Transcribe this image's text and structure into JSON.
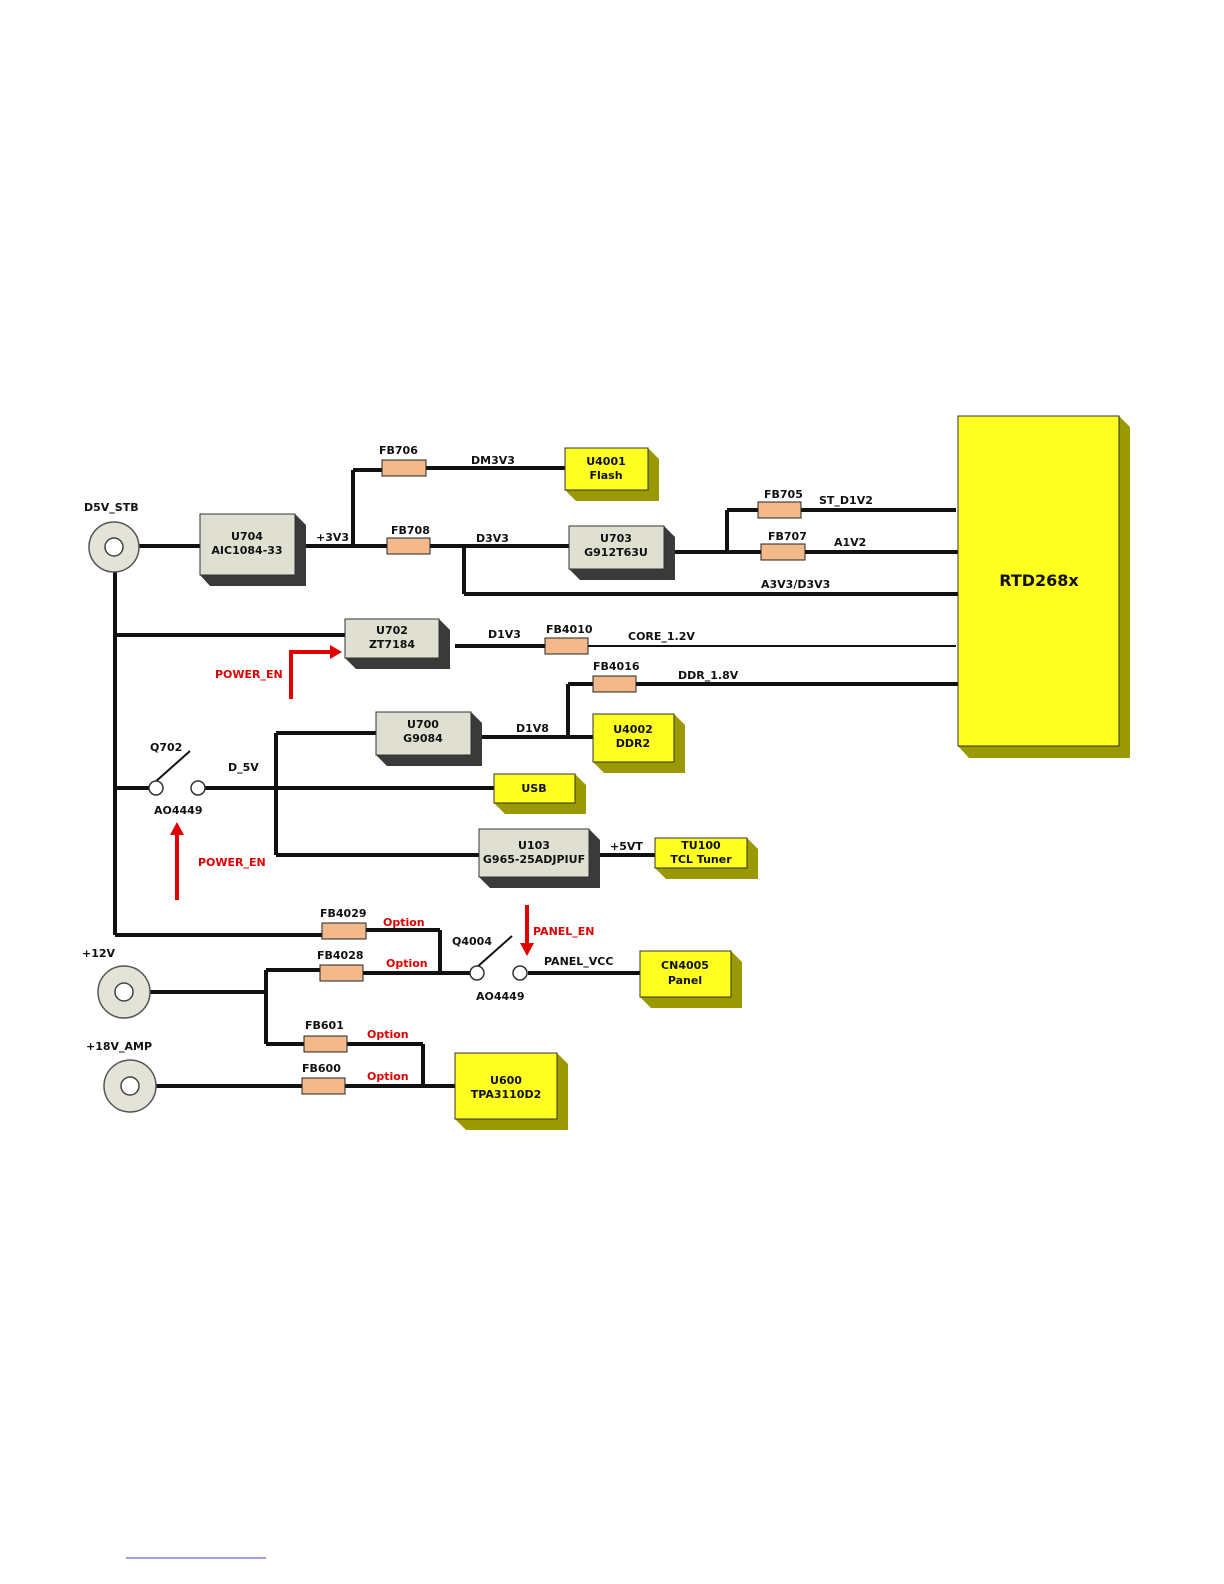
{
  "terminals": {
    "d5v_stb": "D5V_STB",
    "v12": "+12V",
    "v18_amp": "+18V_AMP"
  },
  "chips": {
    "u704": {
      "ref": "U704",
      "part": "AIC1084-33"
    },
    "u4001": {
      "ref": "U4001",
      "part": "Flash"
    },
    "u703": {
      "ref": "U703",
      "part": "G912T63U"
    },
    "u702": {
      "ref": "U702",
      "part": "ZT7184"
    },
    "u700": {
      "ref": "U700",
      "part": "G9084"
    },
    "u4002": {
      "ref": "U4002",
      "part": "DDR2"
    },
    "usb": {
      "ref": "USB"
    },
    "u103": {
      "ref": "U103",
      "part": "G965-25ADJPIUF"
    },
    "tu100": {
      "ref": "TU100",
      "part": "TCL Tuner"
    },
    "cn4005": {
      "ref": "CN4005",
      "part": "Panel"
    },
    "u600": {
      "ref": "U600",
      "part": "TPA3110D2"
    },
    "rtd": {
      "ref": "RTD268x"
    }
  },
  "ferrites": {
    "fb706": "FB706",
    "fb708": "FB708",
    "fb705": "FB705",
    "fb707": "FB707",
    "fb4010": "FB4010",
    "fb4016": "FB4016",
    "fb4029": "FB4029",
    "fb4028": "FB4028",
    "fb601": "FB601",
    "fb600": "FB600"
  },
  "nets": {
    "p3v3": "+3V3",
    "dm3v3": "DM3V3",
    "d3v3": "D3V3",
    "st_d1v2": "ST_D1V2",
    "a1v2": "A1V2",
    "a3v3_d3v3": "A3V3/D3V3",
    "d1v3": "D1V3",
    "core_1v2": "CORE_1.2V",
    "ddr_1v8": "DDR_1.8V",
    "d1v8": "D1V8",
    "d_5v": "D_5V",
    "p5vt": "+5VT",
    "panel_vcc": "PANEL_VCC"
  },
  "switches": {
    "q702": {
      "ref": "Q702",
      "part": "AO4449"
    },
    "q4004": {
      "ref": "Q4004",
      "part": "AO4449"
    }
  },
  "signals": {
    "power_en_1": "POWER_EN",
    "power_en_2": "POWER_EN",
    "panel_en": "PANEL_EN"
  },
  "options": {
    "opt_fb4029": "Option",
    "opt_fb4028": "Option",
    "opt_fb601": "Option",
    "opt_fb600": "Option"
  },
  "colors": {
    "chip_gray": "#dfe0d2",
    "chip_yellow": "#ffff22",
    "ferrite": "#f4b98a",
    "enable_signal": "#e00000"
  }
}
